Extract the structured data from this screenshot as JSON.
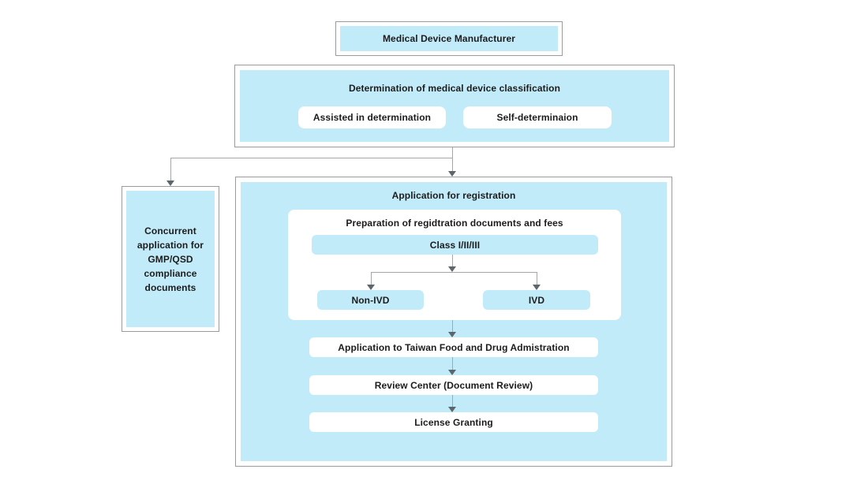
{
  "colors": {
    "fill": "#c2ebf9",
    "frame": "#9b9b9b",
    "line": "#a6a6a6",
    "arrow": "#5c666d",
    "text": "#1c1c1c"
  },
  "flow": {
    "manufacturer": "Medical Device Manufacturer",
    "classification": {
      "title": "Determination of medical device classification",
      "options": [
        "Assisted in determination",
        "Self-determinaion"
      ]
    },
    "gmp": "Concurrent application for GMP/QSD compliance documents",
    "registration": {
      "title": "Application for registration",
      "preparation": {
        "title": "Preparation of regidtration documents and fees",
        "class_label": "Class I/II/III",
        "branches": [
          "Non-IVD",
          "IVD"
        ]
      },
      "steps": [
        "Application to Taiwan Food and Drug Admistration",
        "Review Center (Document Review)",
        "License Granting"
      ]
    }
  }
}
